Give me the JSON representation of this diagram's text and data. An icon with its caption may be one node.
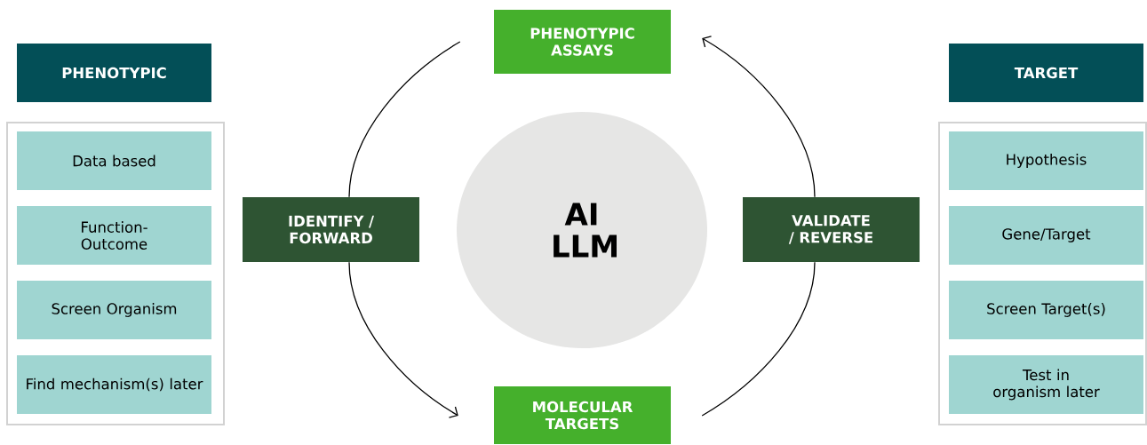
{
  "diagram": {
    "nodes": [
      {
        "text": [
          "PHENOTYPIC"
        ]
      },
      {
        "text": [],
        "shape": "box"
      },
      {
        "text": [
          "Data based"
        ],
        "in": 1
      },
      {
        "text": [
          "Function- Outcome"
        ],
        "in": 1
      },
      {
        "text": [
          "Screen Organism"
        ],
        "in": 1
      },
      {
        "text": [
          "Find mechanism(s) later"
        ],
        "in": 1
      },
      {
        "text": [
          "PHENOTYPIC ASSAYS"
        ]
      },
      {
        "text": [
          "IDENTIFY / FORWARD"
        ]
      },
      {
        "text": [
          "AI LLM"
        ]
      },
      {
        "text": [
          "VALIDATE / REVERSE"
        ]
      },
      {
        "text": [
          "TARGET"
        ]
      },
      {
        "text": [],
        "shape": "box"
      },
      {
        "text": [
          "Hypothesis"
        ],
        "in": 11
      },
      {
        "text": [
          "Gene/Target"
        ],
        "in": 11
      },
      {
        "text": [
          "Screen Target(s)"
        ],
        "in": 11
      },
      {
        "text": [
          "Test in organism later"
        ],
        "in": 11
      },
      {
        "text": [
          "MOLECULAR TARGETS"
        ]
      }
    ],
    "edges": [
      {
        "from": 6,
        "to": 7,
        "arrow": "none"
      },
      {
        "from": 7,
        "to": 16,
        "arrow": "to"
      },
      {
        "from": 16,
        "to": 9,
        "arrow": "none"
      },
      {
        "from": 9,
        "to": 6,
        "arrow": "to"
      }
    ]
  }
}
